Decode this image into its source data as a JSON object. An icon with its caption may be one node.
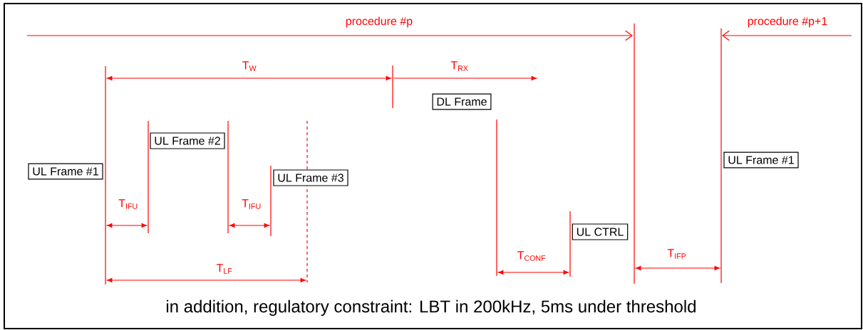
{
  "diagram": {
    "caption": "in addition, regulatory constraint: LBT in 200kHz, 5ms under threshold",
    "nodes": [
      {
        "text": [
          "DL Frame"
        ]
      },
      {
        "text": [
          "UL Frame #2"
        ]
      },
      {
        "text": [
          "UL Frame #1"
        ]
      },
      {
        "text": [
          "UL Frame #1"
        ]
      },
      {
        "text": [
          "UL Frame #3"
        ]
      },
      {
        "text": [
          "UL CTRL"
        ]
      }
    ],
    "labels": [
      "procedure #p",
      "procedure #p+1",
      "T$_{W}$",
      "T$_{RX}$",
      "T$_{IFU}$",
      "T$_{IFU}$",
      "T$_{CONF}$",
      "T$_{IFP}$",
      "T$_{LF}$"
    ]
  }
}
